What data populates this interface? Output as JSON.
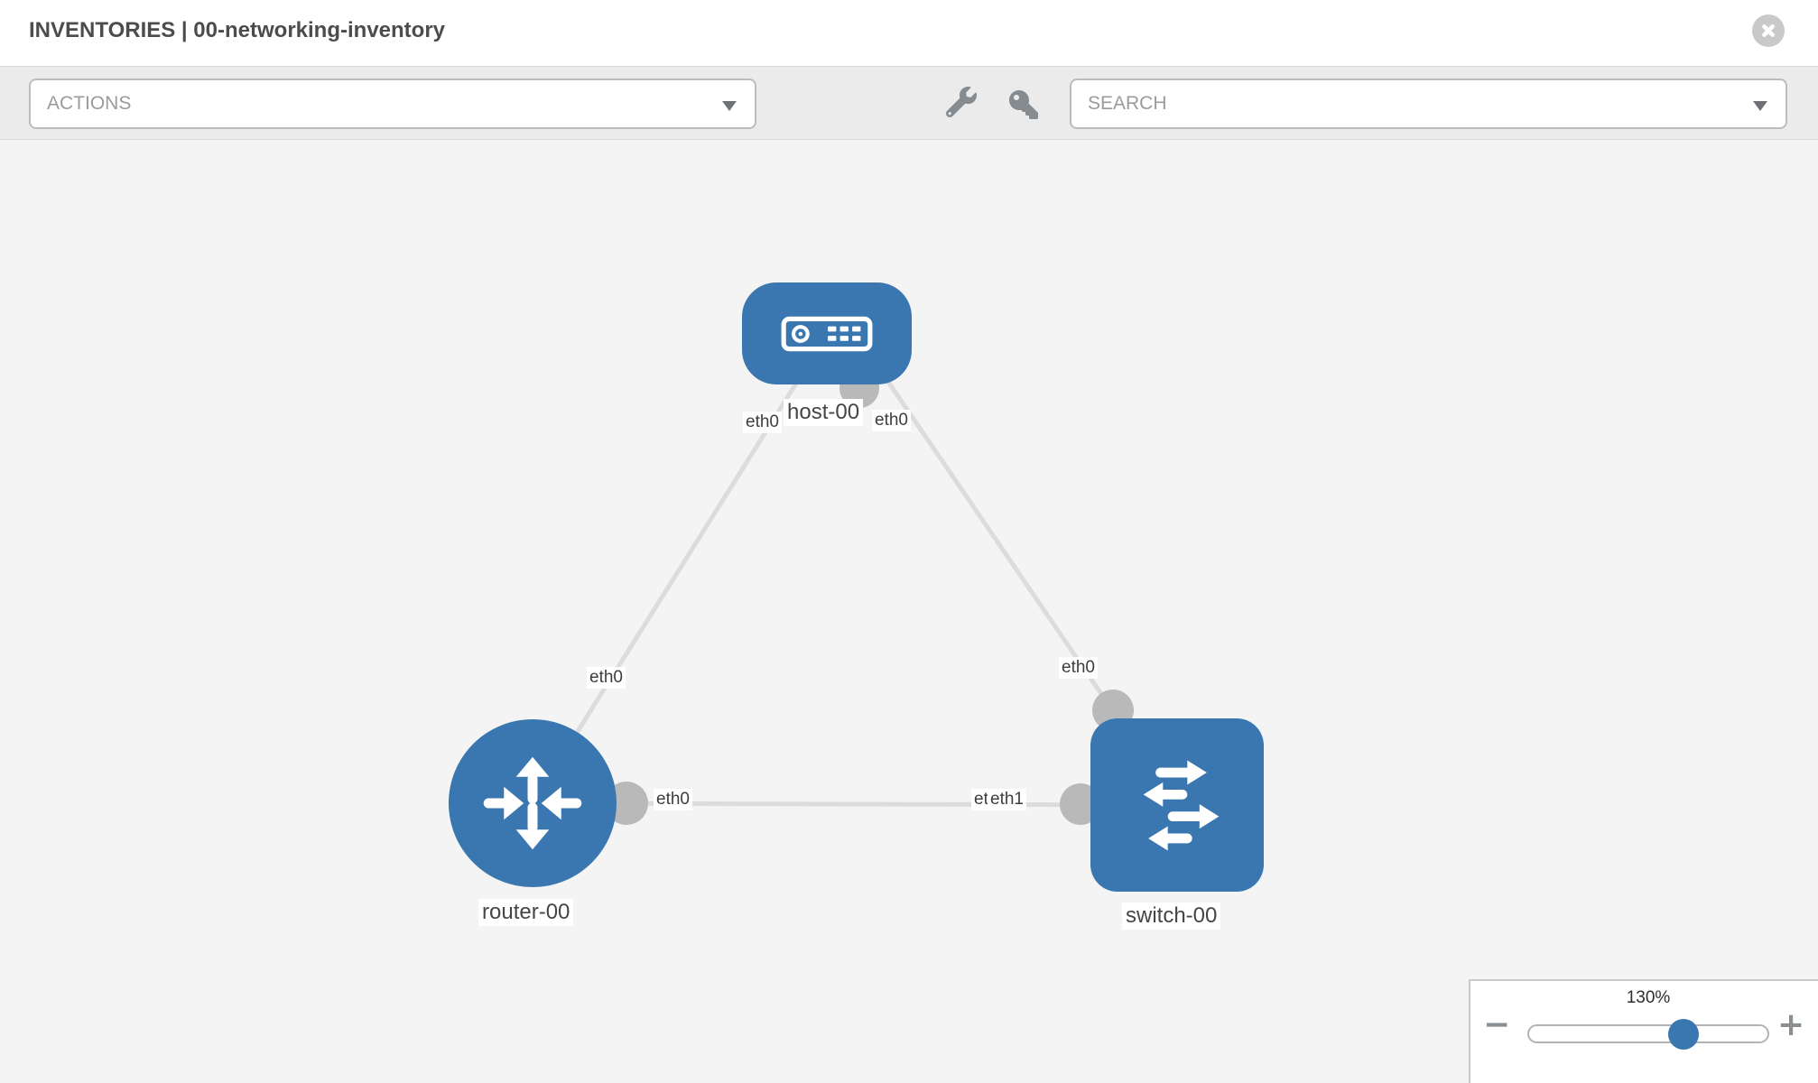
{
  "header": {
    "title": "INVENTORIES | 00-networking-inventory",
    "close_icon": "circle-x-icon"
  },
  "toolbar": {
    "actions_label": "ACTIONS",
    "search_label": "SEARCH",
    "icons": [
      "wrench-icon",
      "key-icon"
    ]
  },
  "topology": {
    "nodes": [
      {
        "id": "host-00",
        "type": "host",
        "label": "host-00",
        "icon": "host-icon"
      },
      {
        "id": "router-00",
        "type": "router",
        "label": "router-00",
        "icon": "router-icon"
      },
      {
        "id": "switch-00",
        "type": "switch",
        "label": "switch-00",
        "icon": "switch-icon"
      }
    ],
    "links": [
      {
        "source": "host-00",
        "target": "router-00",
        "source_interface": "eth0",
        "target_interface": "eth0"
      },
      {
        "source": "host-00",
        "target": "switch-00",
        "source_interface": "eth0",
        "target_interface": "eth0"
      },
      {
        "source": "router-00",
        "target": "switch-00",
        "source_interface": "eth0",
        "target_interface": "eth1"
      }
    ],
    "interface_labels": {
      "host_router_host_end": "eth0",
      "host_router_router_end": "eth0",
      "host_switch_host_end": "eth0",
      "host_switch_switch_end": "eth0",
      "router_switch_router_end": "eth0",
      "router_switch_switch_end_back": "eth0",
      "router_switch_switch_end_front": "eth1"
    }
  },
  "zoom_control": {
    "value": "130%",
    "minus_label": "−",
    "plus_label": "+"
  },
  "colors": {
    "node_blue": "#3a76af",
    "edge_gray": "#dcdcdc",
    "connector_gray": "#b9b9b9",
    "canvas_bg": "#f4f4f4",
    "toolbar_bg": "#ebebeb"
  }
}
